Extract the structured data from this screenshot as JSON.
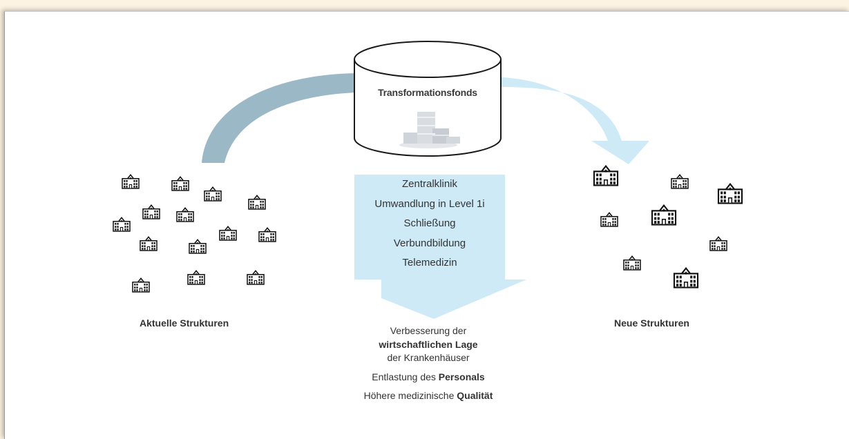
{
  "fund": {
    "title": "Transformationsfonds"
  },
  "measures": [
    "Zentralklinik",
    "Umwandlung in Level 1i",
    "Schließung",
    "Verbundbildung",
    "Telemedizin"
  ],
  "current": {
    "label": "Aktuelle Strukturen"
  },
  "new": {
    "label": "Neue Strukturen"
  },
  "outcomes": {
    "line1": "Verbesserung der",
    "line2": "wirtschaftlichen Lage",
    "line3": "der Krankenhäuser",
    "line4_pre": "Entlastung des ",
    "line4_bold": "Personals",
    "line5_pre": "Höhere medizinische ",
    "line5_bold": "Qualität"
  },
  "colors": {
    "left_arrow": "#9bb8c6",
    "right_arrow": "#cdeaf6",
    "down_arrow": "#cdeaf6",
    "outline": "#1a1a1a"
  },
  "icons": {
    "building": "hospital-building-icon",
    "coins": "coin-stack-icon"
  }
}
